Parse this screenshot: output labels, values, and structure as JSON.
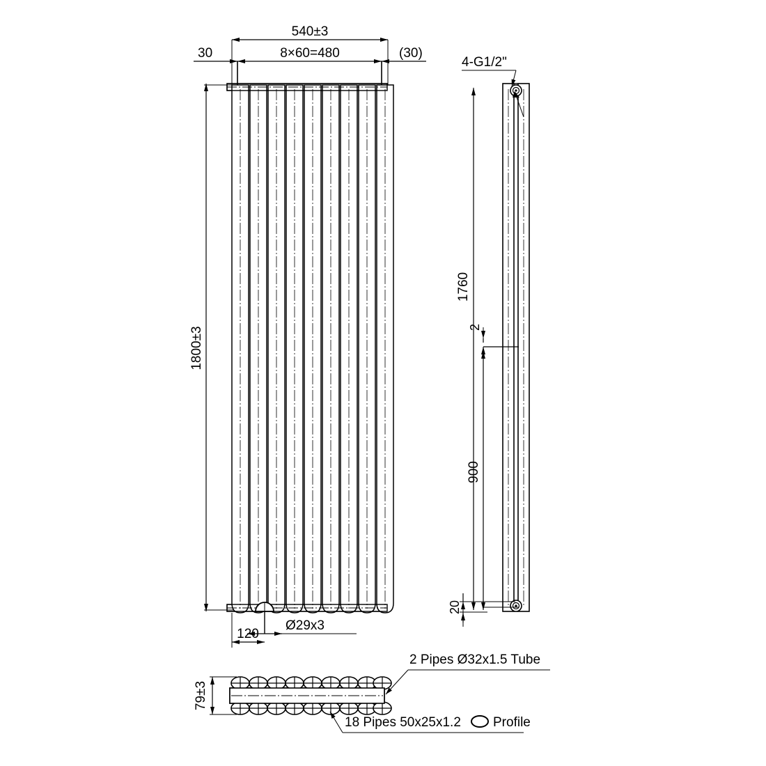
{
  "drawing": {
    "title": "radiator-technical-drawing",
    "line_color": "#000000",
    "background": "#ffffff"
  },
  "front_view": {
    "dimensions": {
      "overall_width": "540±3",
      "fin_pitch": "8×60=480",
      "left_margin": "30",
      "right_margin": "(30)",
      "overall_height": "1800±3",
      "port_offset": "120",
      "port_spec": "Ø29x3"
    },
    "fin_count": 9
  },
  "side_view": {
    "dimensions": {
      "height": "1760",
      "center_height": "900",
      "bottom_offset": "20",
      "wall_thickness": "2"
    },
    "connection_label": "4-G1/2\""
  },
  "section_view": {
    "dimensions": {
      "depth": "79±3"
    },
    "callouts": {
      "tube_note": "2 Pipes Ø32x1.5 Tube",
      "profile_note_prefix": "18 Pipes 50x25x1.2",
      "profile_note_suffix": "Profile"
    },
    "oval_count_per_row": 9,
    "row_count": 2
  }
}
